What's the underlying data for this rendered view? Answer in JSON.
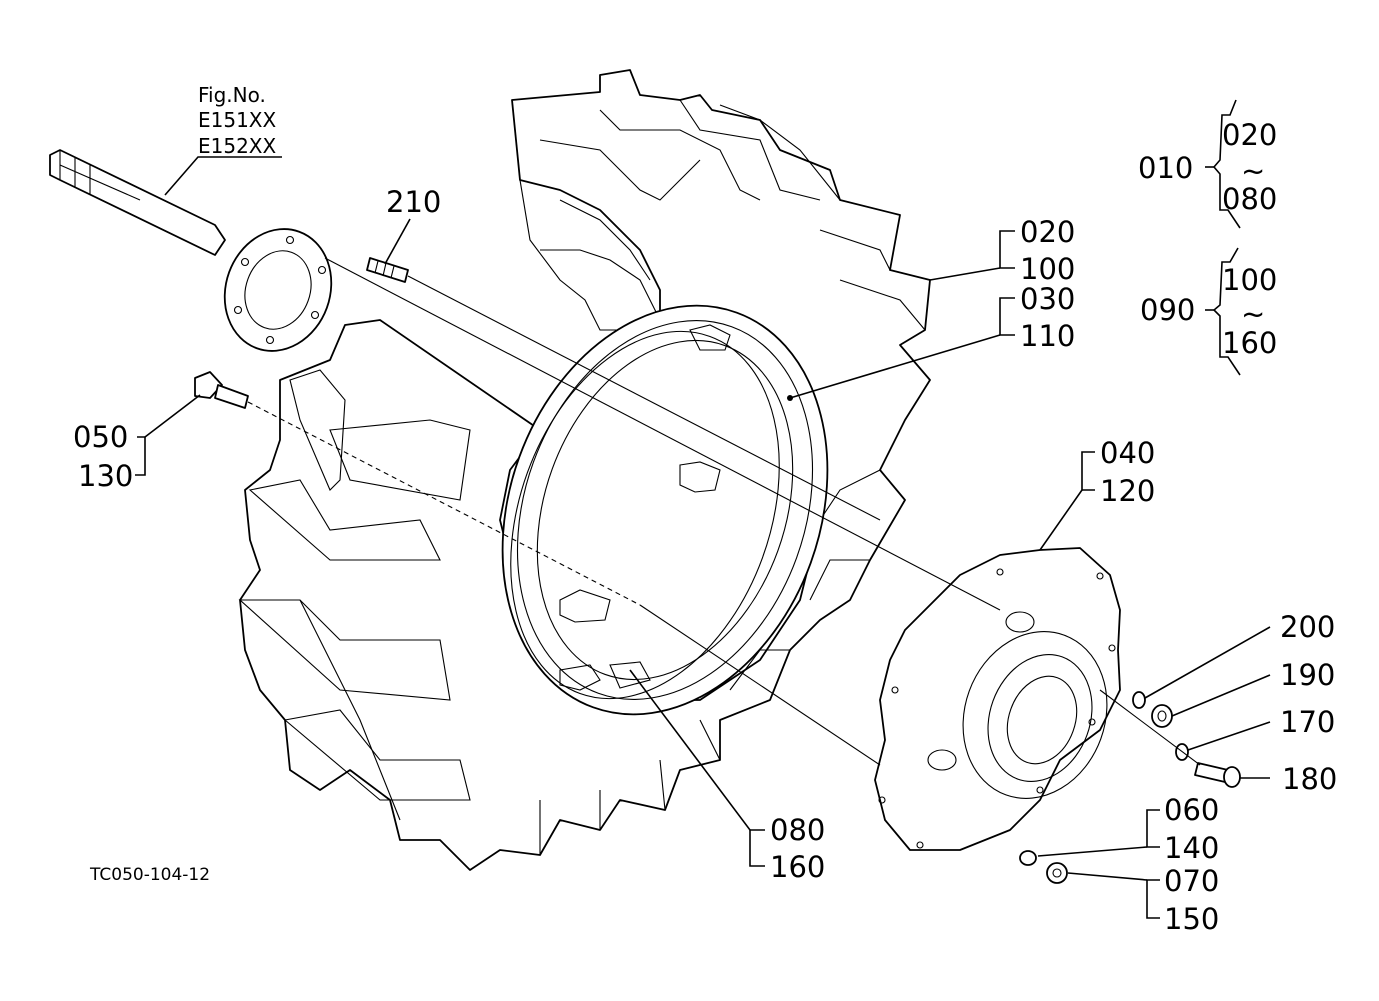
{
  "figure": {
    "fig_no_label": "Fig.No.",
    "fig_numbers": [
      "E151XX",
      "E152XX"
    ],
    "drawing_code": "TC050-104-12"
  },
  "callouts": {
    "c210": "210",
    "c050": "050",
    "c130": "130",
    "c020": "020",
    "c100": "100",
    "c030": "030",
    "c110": "110",
    "c040": "040",
    "c120": "120",
    "c200": "200",
    "c190": "190",
    "c170": "170",
    "c180": "180",
    "c060": "060",
    "c140": "140",
    "c070": "070",
    "c150": "150",
    "c080": "080",
    "c160": "160"
  },
  "assemblies": [
    {
      "parent": "010",
      "range_start": "020",
      "range_sep": "~",
      "range_end": "080"
    },
    {
      "parent": "090",
      "range_start": "100",
      "range_sep": "~",
      "range_end": "160"
    }
  ]
}
